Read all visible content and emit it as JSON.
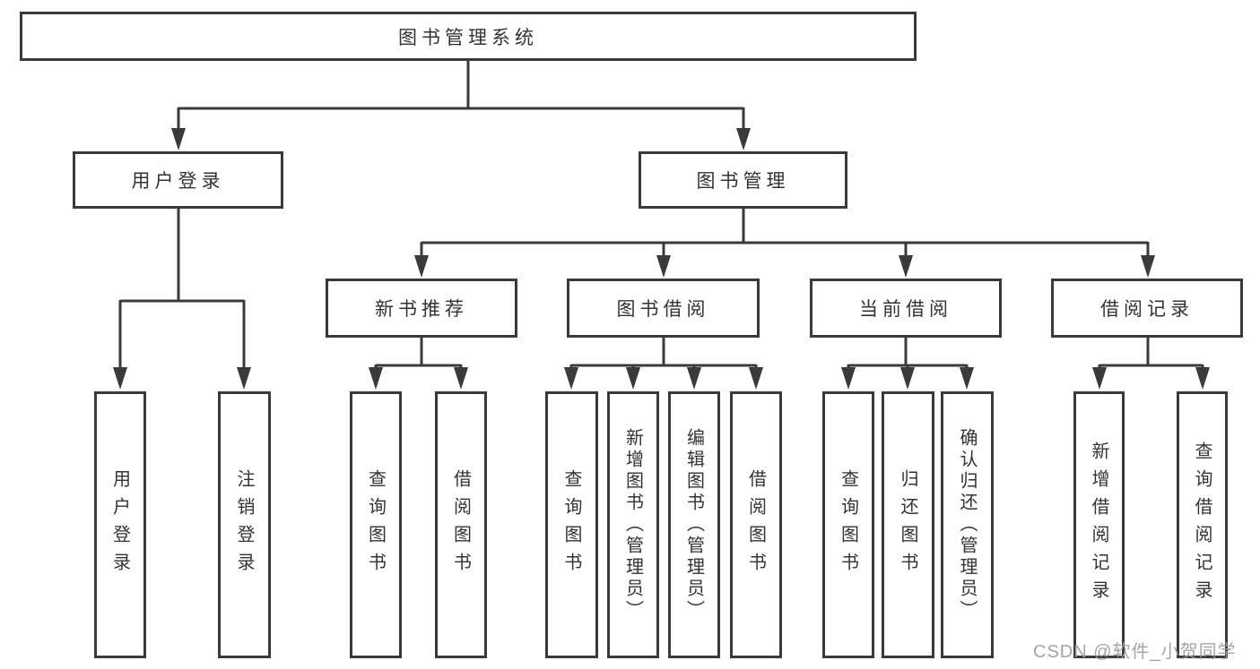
{
  "diagram": {
    "root": {
      "label": "图书管理系统"
    },
    "level2": [
      {
        "label": "用户登录"
      },
      {
        "label": "图书管理"
      }
    ],
    "level3": [
      {
        "label": "新书推荐"
      },
      {
        "label": "图书借阅"
      },
      {
        "label": "当前借阅"
      },
      {
        "label": "借阅记录"
      }
    ],
    "leaves": {
      "user_login": [
        {
          "label": "用户登录"
        },
        {
          "label": "注销登录"
        }
      ],
      "new_book_recommend": [
        {
          "label": "查询图书"
        },
        {
          "label": "借阅图书"
        }
      ],
      "book_borrow": [
        {
          "label": "查询图书"
        },
        {
          "label": "新增图书（管理员）"
        },
        {
          "label": "编辑图书（管理员）"
        },
        {
          "label": "借阅图书"
        }
      ],
      "current_borrow": [
        {
          "label": "查询图书"
        },
        {
          "label": "归还图书"
        },
        {
          "label": "确认归还（管理员）"
        }
      ],
      "borrow_record": [
        {
          "label": "新增借阅记录"
        },
        {
          "label": "查询借阅记录"
        }
      ]
    },
    "watermark": "CSDN @软件_小贺同学",
    "colors": {
      "line": "#3a3a3a",
      "box_border": "#3a3a3a",
      "box_fill": "#ffffff",
      "text": "#333333",
      "watermark": "#9b9b9b",
      "background": "#ffffff"
    }
  }
}
